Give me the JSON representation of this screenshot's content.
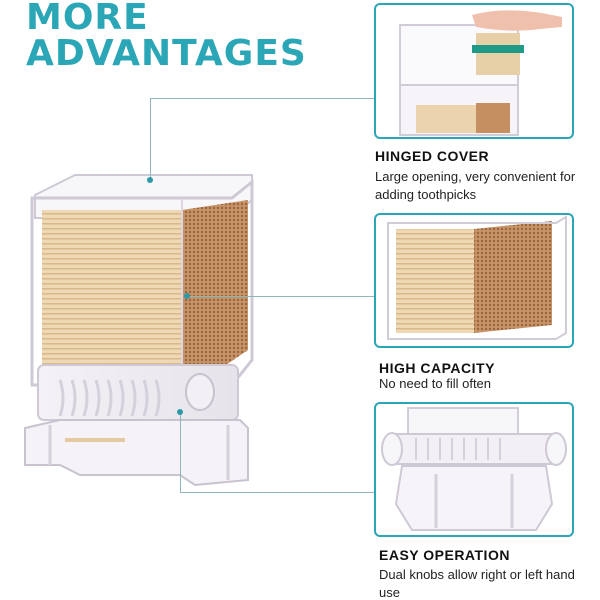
{
  "headline": {
    "line1": "MORE",
    "line2": "ADVANTAGES"
  },
  "colors": {
    "accent": "#2ba6b7",
    "leader_line": "#8fb7bb",
    "toothpick_wood": "#e5c9a0",
    "toothpick_tip": "#b07a52",
    "case_edge": "#c9c2cf"
  },
  "features": [
    {
      "title": "HINGED COVER",
      "description": "Large opening, very convenient for adding toothpicks"
    },
    {
      "title": "HIGH CAPACITY",
      "description": "No need to fill often"
    },
    {
      "title": "EASY OPERATION",
      "description": "Dual knobs allow right or left hand use"
    }
  ]
}
